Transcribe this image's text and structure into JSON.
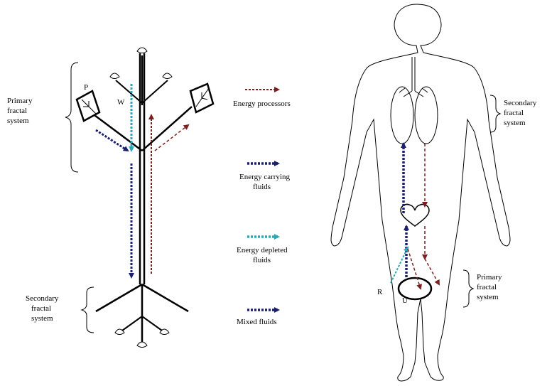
{
  "plant": {
    "labels": {
      "primary_system": [
        "Primary",
        "fractal",
        "system"
      ],
      "secondary_system": [
        "Secondary",
        "fractal",
        "system"
      ],
      "leaf_p": "P",
      "leaf_w": "W"
    }
  },
  "legend": {
    "items": [
      {
        "lines": [
          "Energy processors"
        ],
        "color": "#7a1f1f"
      },
      {
        "lines": [
          "Energy carrying",
          "fluids"
        ],
        "color": "#1a1f6e"
      },
      {
        "lines": [
          "Energy depleted",
          "fluids"
        ],
        "color": "#2fa5b5"
      },
      {
        "lines": [
          "Mixed fluids"
        ],
        "color": "#1a1f6e"
      }
    ]
  },
  "body": {
    "labels": {
      "secondary_system": [
        "Secondary",
        "fractal",
        "system"
      ],
      "primary_system": [
        "Primary",
        "fractal",
        "system"
      ],
      "r": "R",
      "u": "U"
    }
  },
  "colors": {
    "energy_processor": "#7a1f1f",
    "energy_carrying": "#1a1f6e",
    "energy_depleted": "#2fa5b5",
    "mixed": "#1a1f6e"
  }
}
